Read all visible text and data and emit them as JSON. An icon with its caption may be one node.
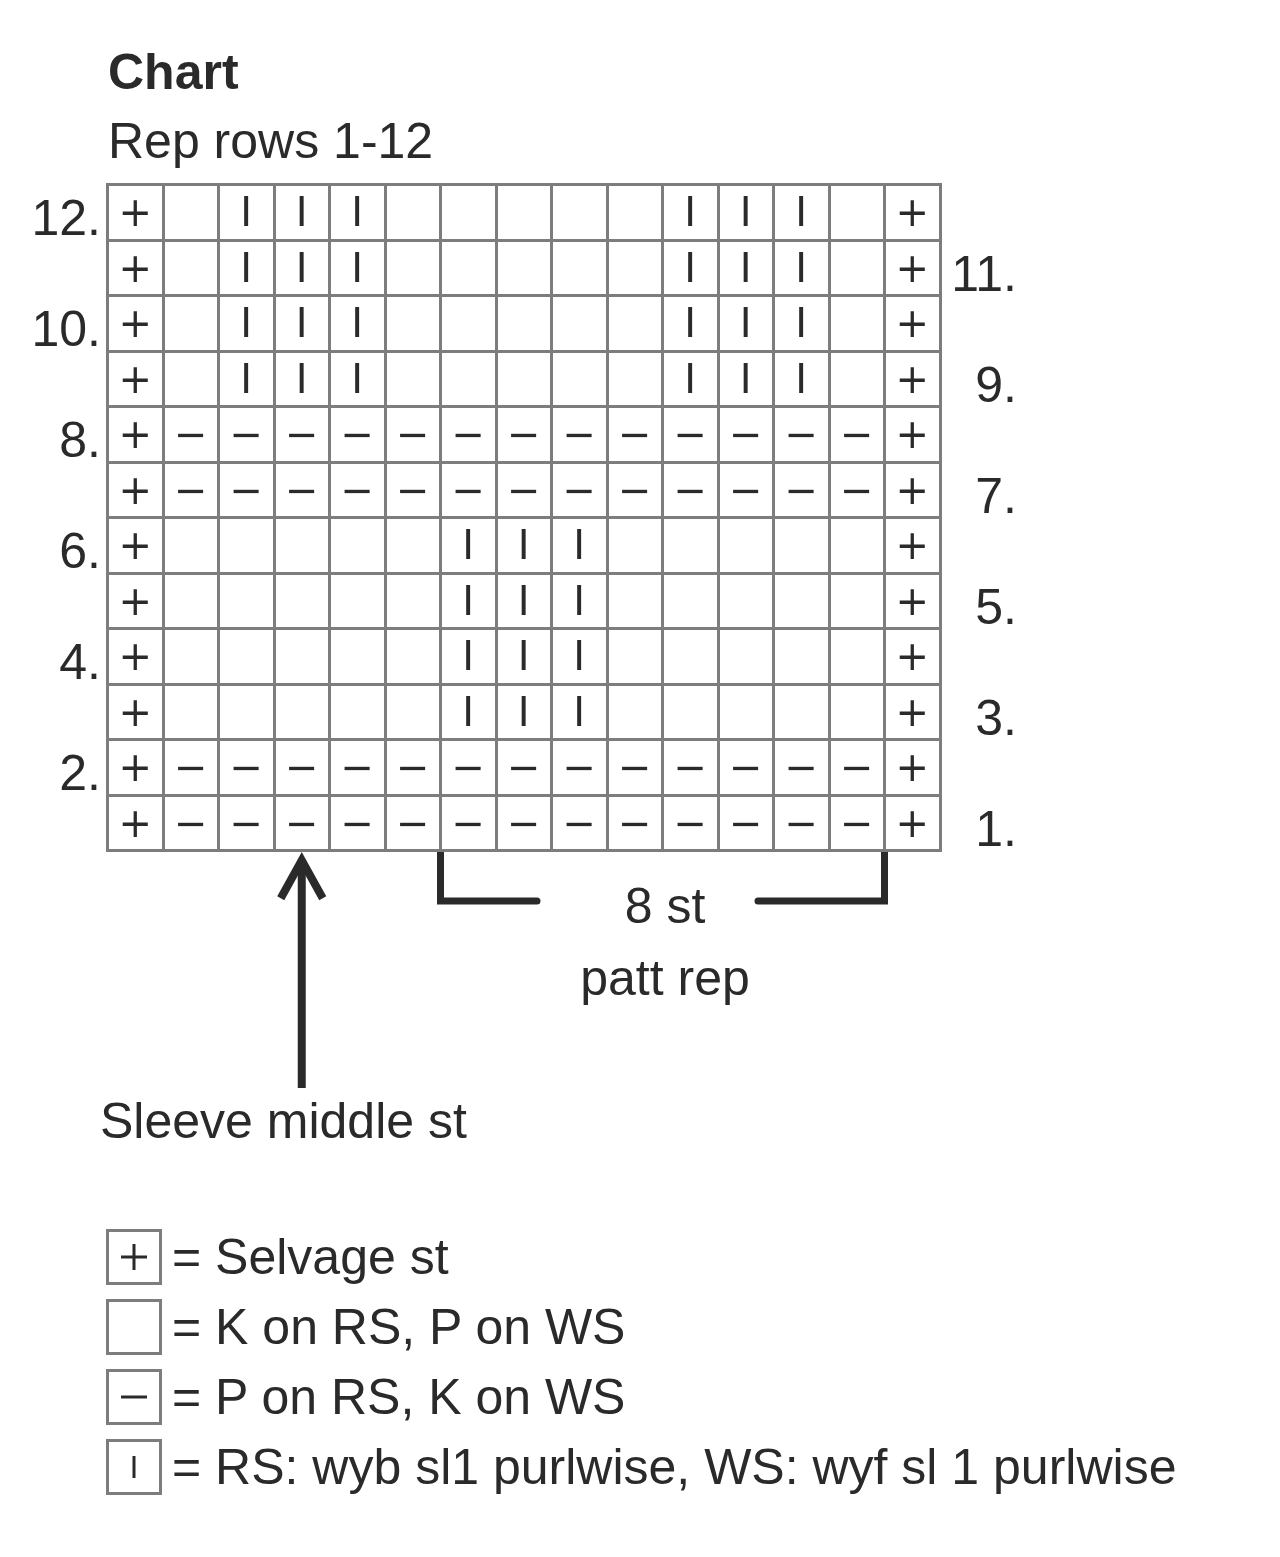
{
  "diagram": {
    "title": "Chart",
    "nodes": [
      {
        "text": [
          "+"
        ]
      },
      {
        "text": [],
        "shape": "box"
      },
      {
        "text": [
          "I"
        ]
      },
      {
        "text": [
          "I"
        ]
      },
      {
        "text": [
          "I"
        ]
      },
      {
        "text": [],
        "shape": "box"
      },
      {
        "text": [],
        "shape": "box"
      },
      {
        "text": [],
        "shape": "box"
      },
      {
        "text": [],
        "shape": "box"
      },
      {
        "text": [],
        "shape": "box"
      },
      {
        "text": [
          "I"
        ]
      },
      {
        "text": [
          "I"
        ]
      },
      {
        "text": [
          "I"
        ]
      },
      {
        "text": [],
        "shape": "box"
      },
      {
        "text": [
          "+"
        ]
      },
      {
        "text": [
          "+"
        ]
      },
      {
        "text": [],
        "shape": "box"
      },
      {
        "text": [
          "I"
        ]
      },
      {
        "text": [
          "I"
        ]
      },
      {
        "text": [
          "I"
        ]
      },
      {
        "text": [],
        "shape": "box"
      },
      {
        "text": [],
        "shape": "box"
      },
      {
        "text": [],
        "shape": "box"
      },
      {
        "text": [],
        "shape": "box"
      },
      {
        "text": [],
        "shape": "box"
      },
      {
        "text": [
          "I"
        ]
      },
      {
        "text": [
          "I"
        ]
      },
      {
        "text": [
          "I"
        ]
      },
      {
        "text": [],
        "shape": "box"
      },
      {
        "text": [
          "+"
        ]
      },
      {
        "text": [
          "+"
        ]
      },
      {
        "text": [],
        "shape": "box"
      },
      {
        "text": [
          "I"
        ]
      },
      {
        "text": [
          "I"
        ]
      },
      {
        "text": [
          "I"
        ]
      },
      {
        "text": [],
        "shape": "box"
      },
      {
        "text": [],
        "shape": "box"
      },
      {
        "text": [],
        "shape": "box"
      },
      {
        "text": [],
        "shape": "box"
      },
      {
        "text": [],
        "shape": "box"
      },
      {
        "text": [
          "I"
        ]
      },
      {
        "text": [
          "I"
        ]
      },
      {
        "text": [
          "I"
        ]
      },
      {
        "text": [],
        "shape": "box"
      },
      {
        "text": [
          "+"
        ]
      },
      {
        "text": [
          "+"
        ]
      },
      {
        "text": [],
        "shape": "box"
      },
      {
        "text": [
          "I"
        ]
      },
      {
        "text": [
          "I"
        ]
      },
      {
        "text": [
          "I"
        ]
      },
      {
        "text": [],
        "shape": "box"
      },
      {
        "text": [],
        "shape": "box"
      },
      {
        "text": [],
        "shape": "box"
      },
      {
        "text": [],
        "shape": "box"
      },
      {
        "text": [],
        "shape": "box"
      },
      {
        "text": [
          "I"
        ]
      },
      {
        "text": [
          "I"
        ]
      },
      {
        "text": [
          "I"
        ]
      },
      {
        "text": [],
        "shape": "box"
      },
      {
        "text": [
          "+"
        ]
      },
      {
        "text": [
          "+"
        ]
      },
      {
        "text": [
          "−"
        ]
      },
      {
        "text": [
          "−"
        ]
      },
      {
        "text": [
          "−"
        ]
      },
      {
        "text": [
          "−"
        ]
      },
      {
        "text": [
          "−"
        ]
      },
      {
        "text": [
          "−"
        ]
      },
      {
        "text": [
          "−"
        ]
      },
      {
        "text": [
          "−"
        ]
      },
      {
        "text": [
          "−"
        ]
      },
      {
        "text": [
          "−"
        ]
      },
      {
        "text": [
          "−"
        ]
      },
      {
        "text": [
          "−"
        ]
      },
      {
        "text": [
          "−"
        ]
      },
      {
        "text": [
          "+"
        ]
      },
      {
        "text": [
          "+"
        ]
      },
      {
        "text": [
          "−"
        ]
      },
      {
        "text": [
          "−"
        ]
      },
      {
        "text": [
          "−"
        ]
      },
      {
        "text": [
          "−"
        ]
      },
      {
        "text": [
          "−"
        ]
      },
      {
        "text": [
          "−"
        ]
      },
      {
        "text": [
          "−"
        ]
      },
      {
        "text": [
          "−"
        ]
      },
      {
        "text": [
          "−"
        ]
      },
      {
        "text": [
          "−"
        ]
      },
      {
        "text": [
          "−"
        ]
      },
      {
        "text": [
          "−"
        ]
      },
      {
        "text": [
          "−"
        ]
      },
      {
        "text": [
          "+"
        ]
      },
      {
        "text": [
          "+"
        ]
      },
      {
        "text": [],
        "shape": "box"
      },
      {
        "text": [],
        "shape": "box"
      },
      {
        "text": [],
        "shape": "box"
      },
      {
        "text": [],
        "shape": "box"
      },
      {
        "text": [],
        "shape": "box"
      },
      {
        "text": [
          "I"
        ]
      },
      {
        "text": [
          "I"
        ]
      },
      {
        "text": [
          "I"
        ]
      },
      {
        "text": [],
        "shape": "box"
      },
      {
        "text": [],
        "shape": "box"
      },
      {
        "text": [],
        "shape": "box"
      },
      {
        "text": [],
        "shape": "box"
      },
      {
        "text": [],
        "shape": "box"
      },
      {
        "text": [
          "+"
        ]
      },
      {
        "text": [
          "+"
        ]
      },
      {
        "text": [],
        "shape": "box"
      },
      {
        "text": [],
        "shape": "box"
      },
      {
        "text": [],
        "shape": "box"
      },
      {
        "text": [],
        "shape": "box"
      },
      {
        "text": [],
        "shape": "box"
      },
      {
        "text": [
          "I"
        ]
      },
      {
        "text": [
          "I"
        ]
      },
      {
        "text": [
          "I"
        ]
      },
      {
        "text": [],
        "shape": "box"
      },
      {
        "text": [],
        "shape": "box"
      },
      {
        "text": [],
        "shape": "box"
      },
      {
        "text": [],
        "shape": "box"
      },
      {
        "text": [],
        "shape": "box"
      },
      {
        "text": [
          "+"
        ]
      },
      {
        "text": [
          "+"
        ]
      },
      {
        "text": [],
        "shape": "box"
      },
      {
        "text": [],
        "shape": "box"
      },
      {
        "text": [],
        "shape": "box"
      },
      {
        "text": [],
        "shape": "box"
      },
      {
        "text": [],
        "shape": "box"
      },
      {
        "text": [
          "I"
        ]
      },
      {
        "text": [
          "I"
        ]
      },
      {
        "text": [
          "I"
        ]
      },
      {
        "text": [],
        "shape": "box"
      },
      {
        "text": [],
        "shape": "box"
      },
      {
        "text": [],
        "shape": "box"
      },
      {
        "text": [],
        "shape": "box"
      },
      {
        "text": [],
        "shape": "box"
      },
      {
        "text": [
          "+"
        ]
      },
      {
        "text": [
          "+"
        ]
      },
      {
        "text": [],
        "shape": "box"
      },
      {
        "text": [],
        "shape": "box"
      },
      {
        "text": [],
        "shape": "box"
      },
      {
        "text": [],
        "shape": "box"
      },
      {
        "text": [],
        "shape": "box"
      },
      {
        "text": [
          "I"
        ]
      },
      {
        "text": [
          "I"
        ]
      },
      {
        "text": [
          "I"
        ]
      },
      {
        "text": [],
        "shape": "box"
      },
      {
        "text": [],
        "shape": "box"
      },
      {
        "text": [],
        "shape": "box"
      },
      {
        "text": [],
        "shape": "box"
      },
      {
        "text": [],
        "shape": "box"
      },
      {
        "text": [
          "+"
        ]
      },
      {
        "text": [
          "+"
        ]
      },
      {
        "text": [
          "−"
        ]
      },
      {
        "text": [
          "−"
        ]
      },
      {
        "text": [
          "−"
        ]
      },
      {
        "text": [
          "−"
        ]
      },
      {
        "text": [
          "−"
        ]
      },
      {
        "text": [
          "−"
        ]
      },
      {
        "text": [
          "−"
        ]
      },
      {
        "text": [
          "−"
        ]
      },
      {
        "text": [
          "−"
        ]
      },
      {
        "text": [
          "−"
        ]
      },
      {
        "text": [
          "−"
        ]
      },
      {
        "text": [
          "−"
        ]
      },
      {
        "text": [
          "−"
        ]
      },
      {
        "text": [
          "+"
        ]
      },
      {
        "text": [
          "+"
        ]
      },
      {
        "text": [
          "−"
        ]
      },
      {
        "text": [
          "−"
        ]
      },
      {
        "text": [
          "−"
        ]
      },
      {
        "text": [
          "−"
        ]
      },
      {
        "text": [
          "−"
        ]
      },
      {
        "text": [
          "−"
        ]
      },
      {
        "text": [
          "−"
        ]
      },
      {
        "text": [
          "−"
        ]
      },
      {
        "text": [
          "−"
        ]
      },
      {
        "text": [
          "−"
        ]
      },
      {
        "text": [
          "−"
        ]
      },
      {
        "text": [
          "−"
        ]
      },
      {
        "text": [
          "−"
        ]
      },
      {
        "text": [
          "+"
        ]
      },
      {
        "text": [
          "Sleeve middle st"
        ]
      }
    ],
    "edges": [
      {
        "from": 180,
        "to": 168,
        "arrow": "to"
      }
    ],
    "labels": [
      "Rep rows 1-12",
      "12.",
      "11.",
      "10.",
      "9.",
      "8.",
      "7.",
      "6.",
      "5.",
      "4.",
      "3.",
      "2.",
      "1.",
      "8 st patt rep"
    ],
    "legend": [
      {
        "text": "= Selvage st"
      },
      {
        "text": "= K on RS, P on WS"
      },
      {
        "text": "= P on RS, K on WS"
      },
      {
        "text": "= RS: wyb sl1 purlwise, WS: wyf sl 1 purlwise"
      }
    ]
  }
}
